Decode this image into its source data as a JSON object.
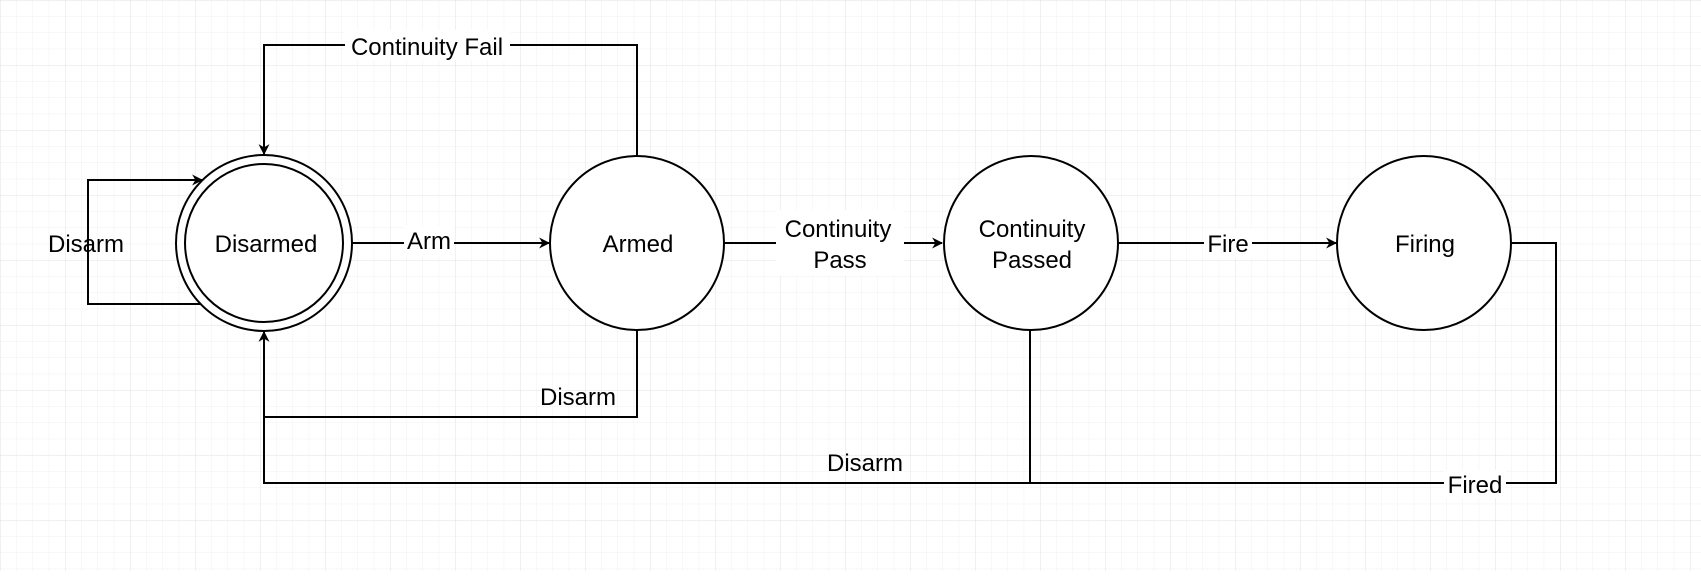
{
  "states": {
    "disarmed": "Disarmed",
    "armed": "Armed",
    "continuity_passed_line1": "Continuity",
    "continuity_passed_line2": "Passed",
    "firing": "Firing"
  },
  "transitions": {
    "disarm_self": "Disarm",
    "arm": "Arm",
    "continuity_fail": "Continuity Fail",
    "continuity_pass_line1": "Continuity",
    "continuity_pass_line2": "Pass",
    "fire": "Fire",
    "disarm_from_armed": "Disarm",
    "disarm_from_continuity_passed": "Disarm",
    "fired": "Fired"
  }
}
